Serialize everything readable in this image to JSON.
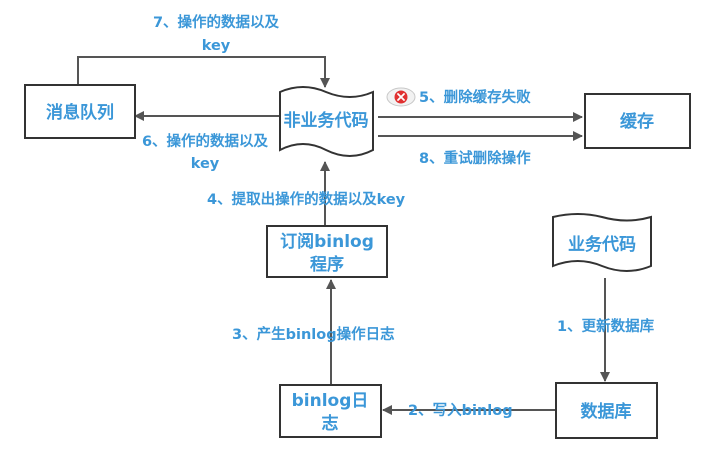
{
  "nodes": {
    "message_queue": "消息队列",
    "non_business_code": "非业务代码",
    "cache": "缓存",
    "binlog_subscriber_line1": "订阅binlog",
    "binlog_subscriber_line2": "程序",
    "business_code": "业务代码",
    "database": "数据库",
    "binlog_log_line1": "binlog日",
    "binlog_log_line2": "志"
  },
  "edges": {
    "step1": "1、更新数据库",
    "step2": "2、写入binlog",
    "step3": "3、产生binlog操作日志",
    "step4": "4、提取出操作的数据以及key",
    "step5": "5、删除缓存失败",
    "step6_line1": "6、操作的数据以及",
    "step6_line2": "key",
    "step7_line1": "7、操作的数据以及",
    "step7_line2": "key",
    "step8": "8、重试删除操作"
  },
  "colors": {
    "label": "#3b97d8",
    "border": "#333333",
    "arrow": "#555555",
    "fail_icon": "#e03030"
  },
  "icons": {
    "fail": "close-icon"
  }
}
